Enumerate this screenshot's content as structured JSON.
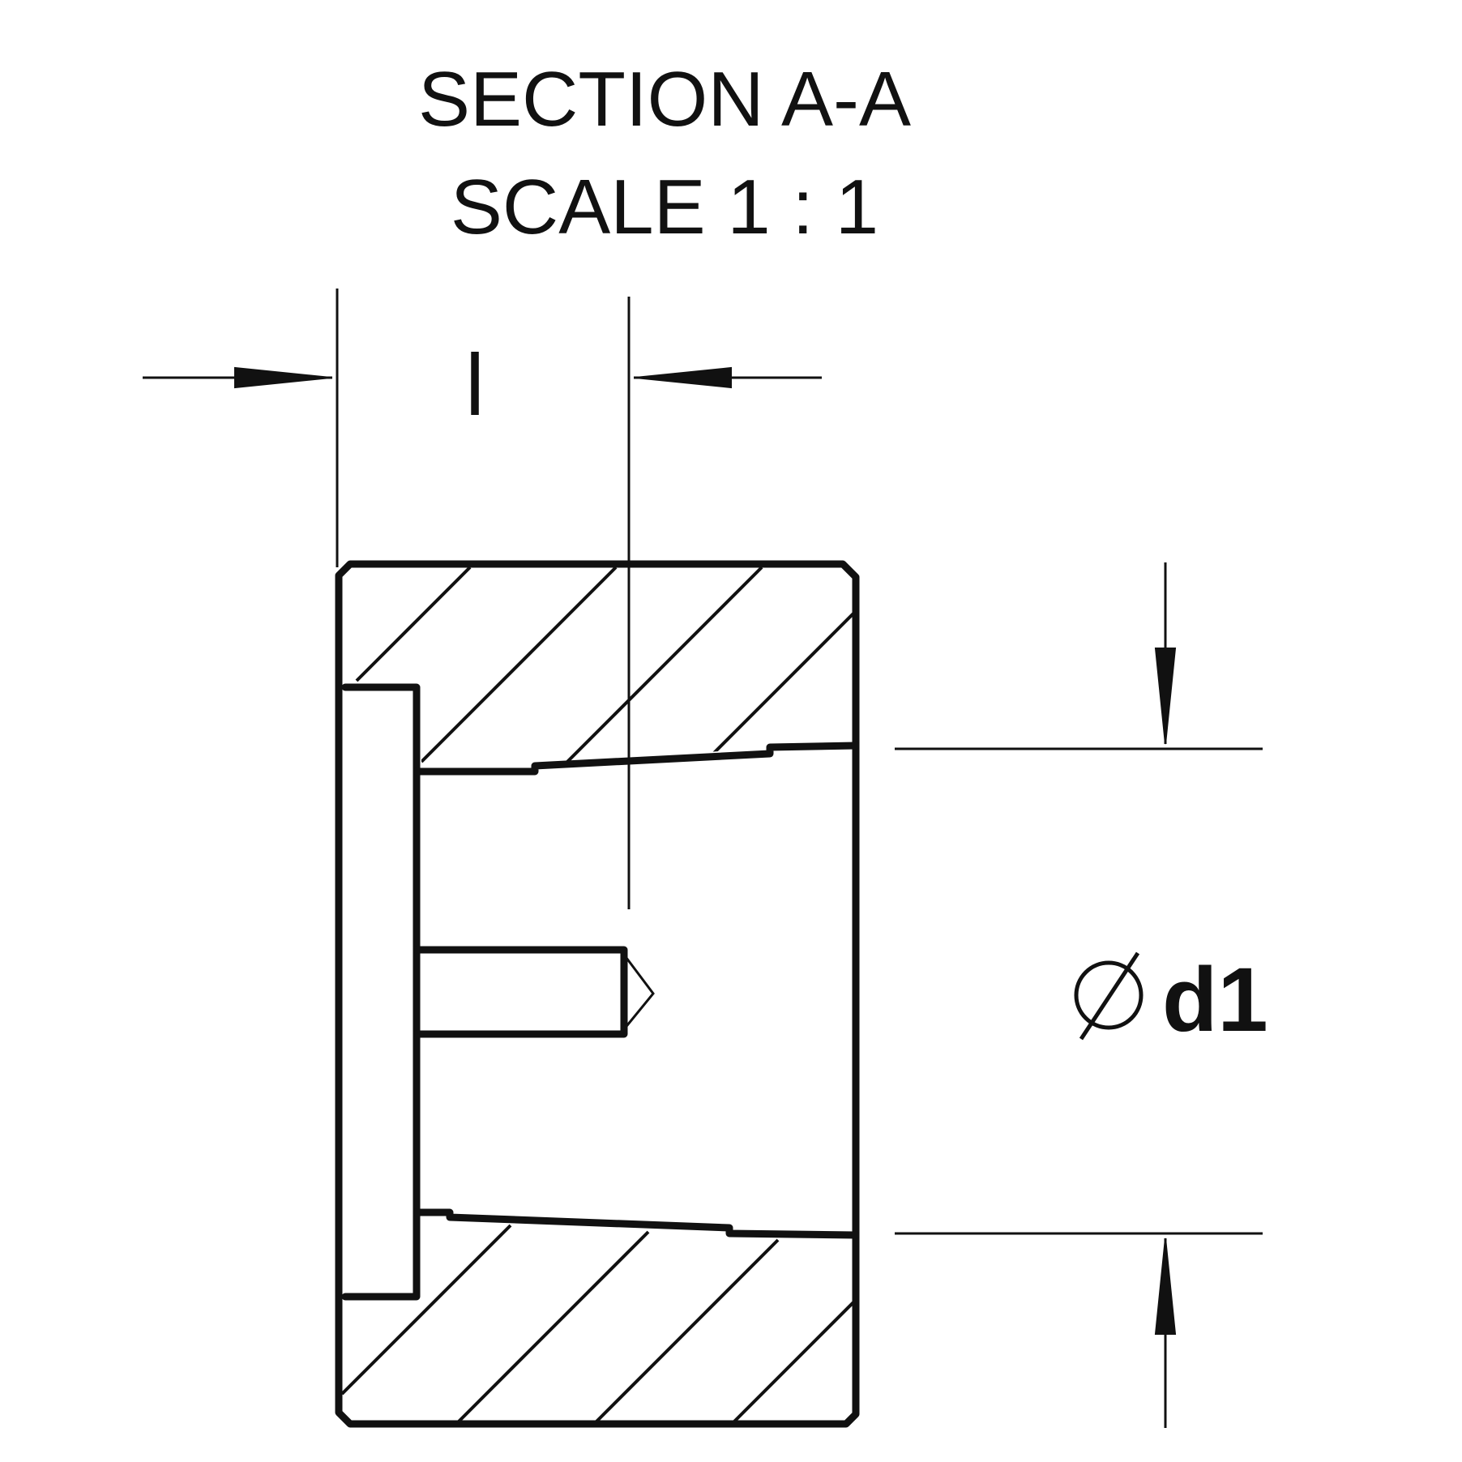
{
  "title": {
    "line1": "SECTION A-A",
    "line2": "SCALE 1 : 1"
  },
  "dimensions": {
    "length_label": "l",
    "diameter_label": "d1",
    "diameter_symbol": "∅"
  }
}
